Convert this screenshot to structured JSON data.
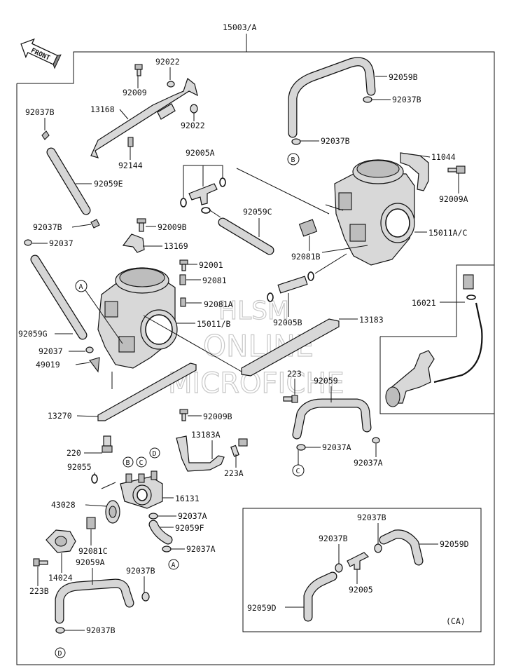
{
  "front_label": "FRONT",
  "watermark": {
    "line1": "HLSM",
    "line2": "ONLINE",
    "line3": "MICROFICHE"
  },
  "labels": {
    "assy": "15003/A",
    "p92022a": "92022",
    "p92009": "92009",
    "p13168": "13168",
    "p92022b": "92022",
    "p92144": "92144",
    "p92037B_top": "92037B",
    "p92059E": "92059E",
    "p92005A": "92005A",
    "p92059C": "92059C",
    "p92037B_mid": "92037B",
    "p92009B_top": "92009B",
    "p92037_top": "92037",
    "p13169": "13169",
    "p92001": "92001",
    "p92081": "92081",
    "p92081A": "92081A",
    "p15011B": "15011/B",
    "p92059G": "92059G",
    "p92037_mid": "92037",
    "p49019": "49019",
    "p92059B": "92059B",
    "p92037B_r1": "92037B",
    "p92037B_r2": "92037B",
    "p11044": "11044",
    "p92009A": "92009A",
    "p15011AC": "15011A/C",
    "p92081B": "92081B",
    "p92005B": "92005B",
    "p13183": "13183",
    "p16021": "16021",
    "p223": "223",
    "p92059": "92059",
    "p13270": "13270",
    "p92009B_low": "92009B",
    "p13183A": "13183A",
    "p220": "220",
    "p92055": "92055",
    "p223A": "223A",
    "p43028": "43028",
    "p16131": "16131",
    "p92037A_l1": "92037A",
    "p92059F": "92059F",
    "p92037A_l2": "92037A",
    "p92081C": "92081C",
    "p92059A": "92059A",
    "p14024": "14024",
    "p92037B_bl": "92037B",
    "p223B": "223B",
    "p92037B_bot": "92037B",
    "p92037A_r1": "92037A",
    "p92037A_r2": "92037A",
    "ca_92037B_a": "92037B",
    "ca_92037B_b": "92037B",
    "ca_92059D": "92059D",
    "ca_92005": "92005",
    "ca_92059D_b": "92059D",
    "ca_tag": "(CA)"
  },
  "callouts": {
    "a1": "A",
    "a2": "A",
    "b1": "B",
    "b2": "B",
    "c1": "C",
    "c2": "C",
    "d1": "D",
    "d2": "D"
  }
}
